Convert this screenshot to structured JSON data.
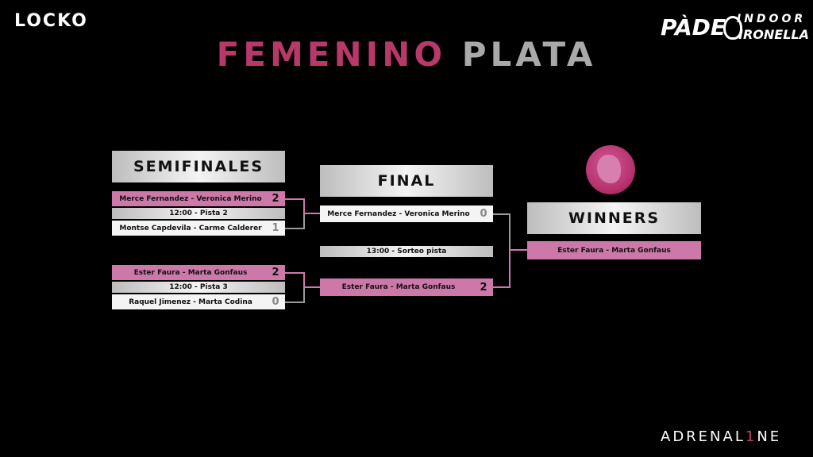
{
  "logos": {
    "top_left": "LOCKO",
    "top_right": {
      "brand": "PÀDEL",
      "sub1": "INDOOR",
      "sub2": "IRONELLA"
    },
    "bottom_right": {
      "pre": "ADRENAL",
      "one": "1",
      "post": "NE"
    }
  },
  "title": {
    "part1": "FEMENINO",
    "part2": "PLATA"
  },
  "semifinals": {
    "label": "SEMIFINALES",
    "matches": [
      {
        "team1": {
          "names": "Merce Fernandez - Veronica Merino",
          "score": "2"
        },
        "time": "12:00 - Pista 2",
        "team2": {
          "names": "Montse Capdevila - Carme Calderer",
          "score": "1"
        }
      },
      {
        "team1": {
          "names": "Ester Faura - Marta Gonfaus",
          "score": "2"
        },
        "time": "12:00 - Pista 3",
        "team2": {
          "names": "Raquel Jimenez - Marta Codina",
          "score": "0"
        }
      }
    ]
  },
  "final": {
    "label": "FINAL",
    "team1": {
      "names": "Merce Fernandez - Veronica Merino",
      "score": "0"
    },
    "time": "13:00 - Sorteo pista",
    "team2": {
      "names": "Ester Faura - Marta Gonfaus",
      "score": "2"
    }
  },
  "winners": {
    "label": "WINNERS",
    "names": "Ester Faura - Marta Gonfaus"
  },
  "colors": {
    "accent_pink": "#cc78a9",
    "title_pink": "#b7386a",
    "title_grey": "#a9a9a9",
    "background": "#000000"
  }
}
